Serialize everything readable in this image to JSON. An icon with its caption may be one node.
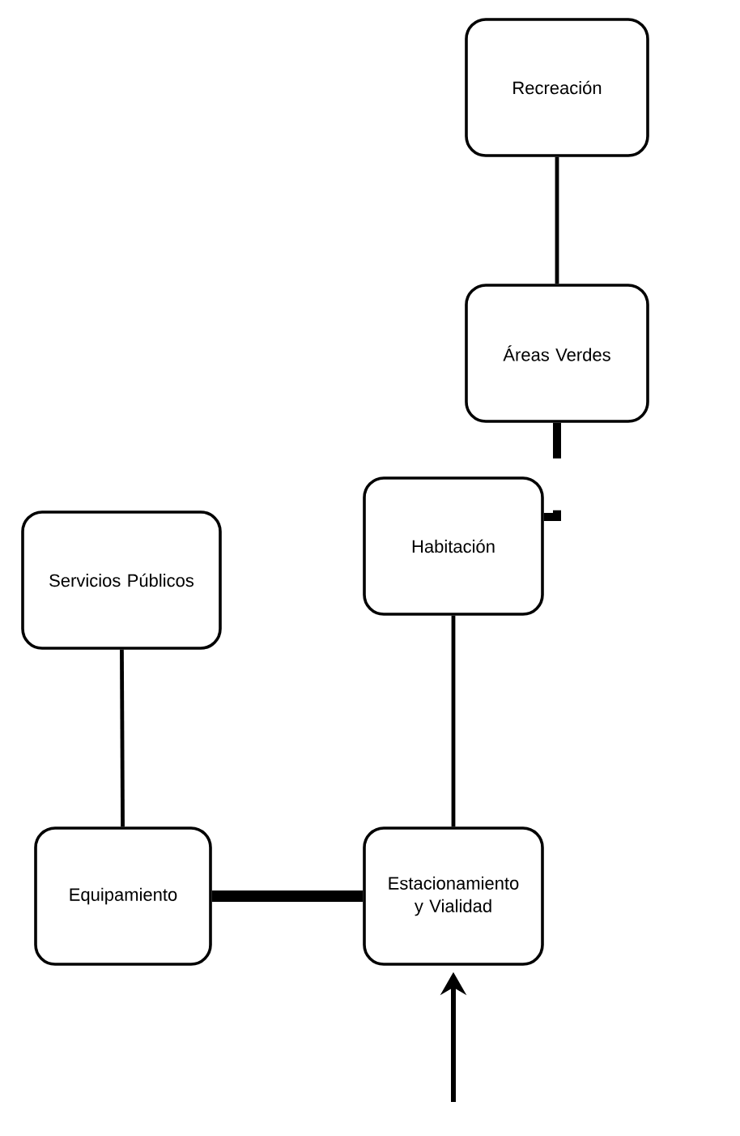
{
  "diagram": {
    "nodes": [
      {
        "text": [
          "Recreación"
        ]
      },
      {
        "text": [
          "Áreas Verdes"
        ]
      },
      {
        "text": [
          "Servicios Públicos"
        ]
      },
      {
        "text": [
          "Habitación"
        ]
      },
      {
        "text": [
          "Equipamiento"
        ]
      },
      {
        "text": [
          "Estacionamiento y Vialidad"
        ]
      }
    ],
    "edges": [
      {
        "from": 0,
        "to": 1,
        "arrow": "none"
      },
      {
        "from": 1,
        "to": 3,
        "arrow": "none",
        "style": "dashed"
      },
      {
        "from": 2,
        "to": 4,
        "arrow": "none"
      },
      {
        "from": 3,
        "to": 5,
        "arrow": "none"
      },
      {
        "from": 4,
        "to": 5,
        "arrow": "none",
        "style": "thick"
      },
      {
        "from": null,
        "to": 5,
        "arrow": "to"
      }
    ]
  }
}
